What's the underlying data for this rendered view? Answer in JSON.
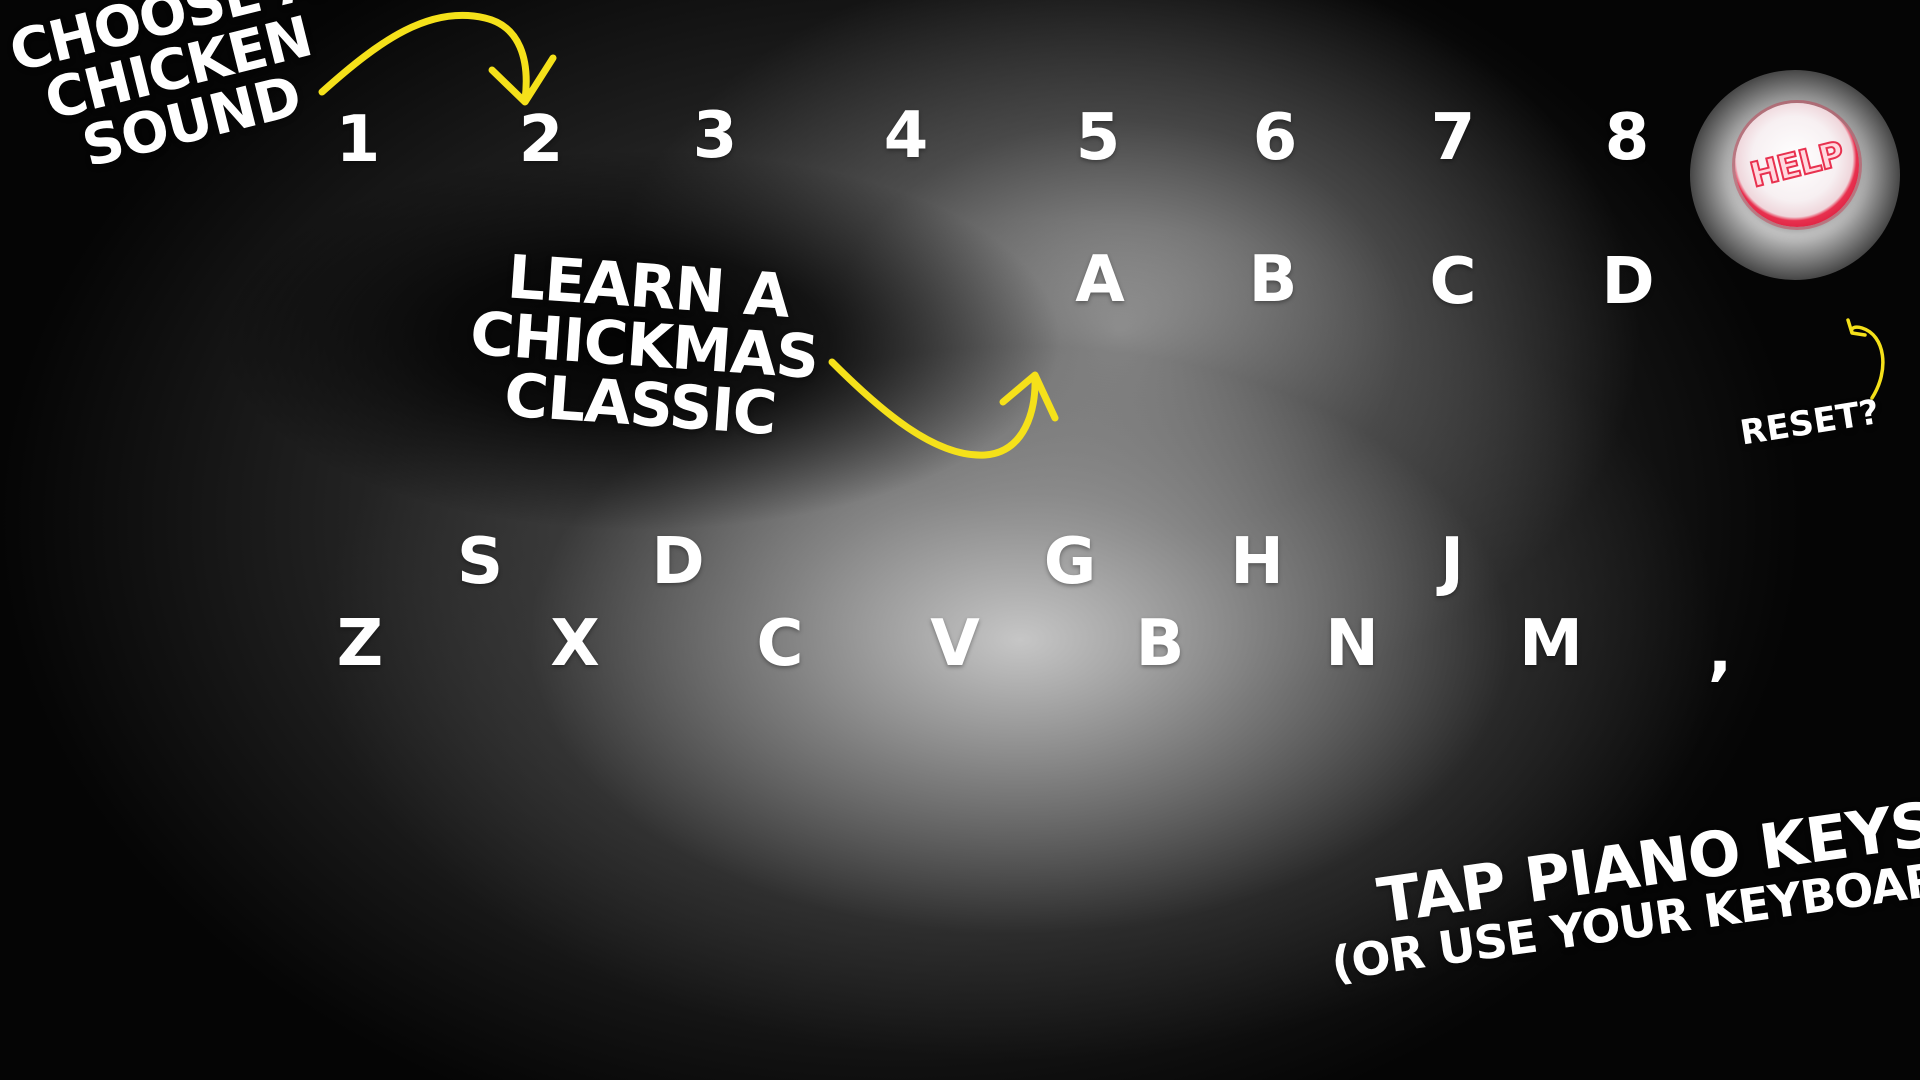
{
  "colors": {
    "accent_arrow": "#f5e11a",
    "text": "#ffffff",
    "help_ring": "#e8314f"
  },
  "captions": {
    "choose": [
      "CHOOSE A",
      "CHICKEN",
      "SOUND"
    ],
    "learn": [
      "LEARN A",
      "CHICKMAS",
      "CLASSIC"
    ],
    "reset": "RESET?",
    "tap": "TAP PIANO KEYS",
    "tap_sub": "(OR USE YOUR KEYBOARD)"
  },
  "help_button": {
    "label": "HELP"
  },
  "sound_keys": [
    "1",
    "2",
    "3",
    "4",
    "5",
    "6",
    "7",
    "8"
  ],
  "song_keys": [
    "A",
    "B",
    "C",
    "D"
  ],
  "piano_black_keys": [
    "S",
    "D",
    "G",
    "H",
    "J"
  ],
  "piano_white_keys": [
    "Z",
    "X",
    "C",
    "V",
    "B",
    "N",
    "M",
    ","
  ],
  "icons": [
    "curved-arrow-icon",
    "curved-arrow-icon",
    "curved-arrow-icon"
  ]
}
